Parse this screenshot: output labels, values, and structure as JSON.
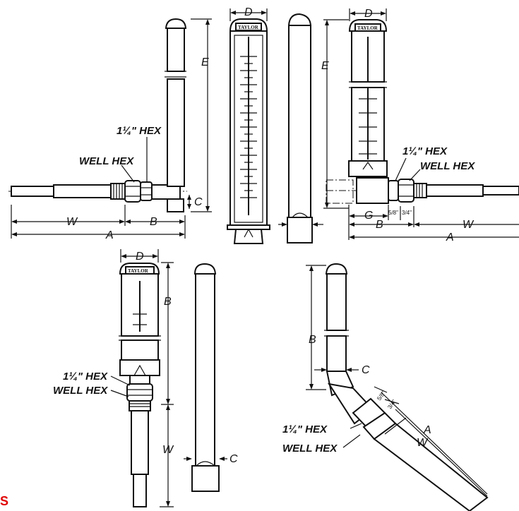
{
  "brand": "TAYLOR",
  "labels": {
    "hex": "1¼\" HEX",
    "well_hex": "WELL HEX",
    "A": "A",
    "B": "B",
    "C": "C",
    "D": "D",
    "E": "E",
    "G": "G",
    "W": "W",
    "five_eighths": "5/8\"",
    "three_quarters": "3/4\""
  },
  "corner_text": "S"
}
